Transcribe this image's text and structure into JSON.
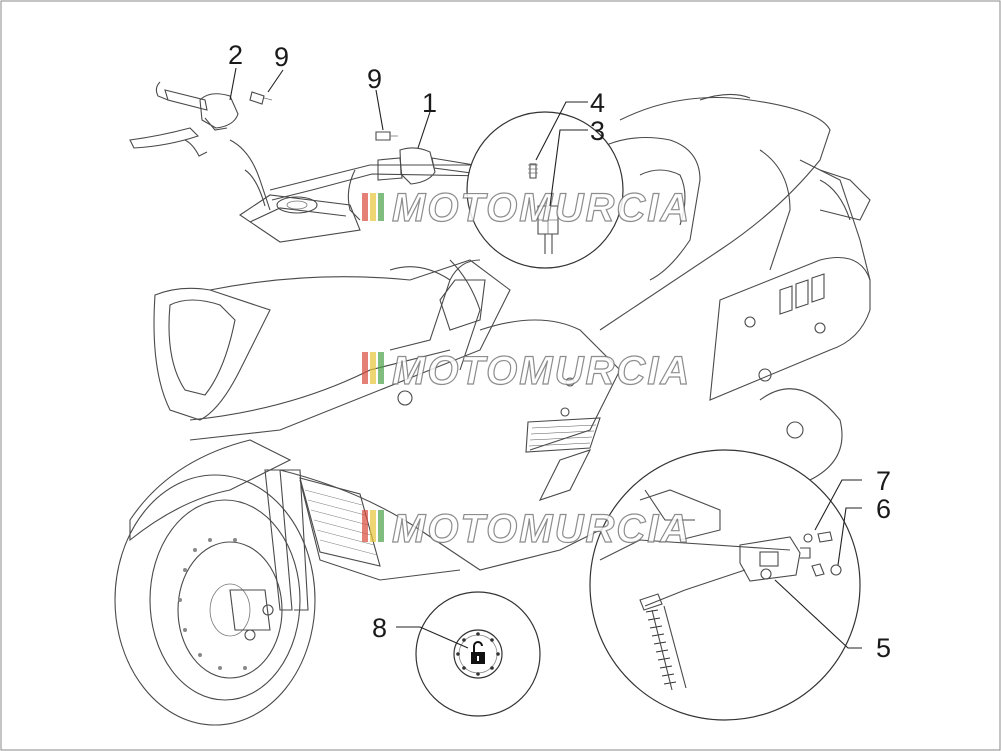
{
  "callouts": [
    {
      "label": "1"
    },
    {
      "label": "2"
    },
    {
      "label": "3"
    },
    {
      "label": "4"
    },
    {
      "label": "5"
    },
    {
      "label": "6"
    },
    {
      "label": "7"
    },
    {
      "label": "8"
    },
    {
      "label": "9"
    },
    {
      "label": "9"
    }
  ],
  "watermark": {
    "text": "MOTOMURCIA",
    "stripe_colors": [
      "#d94a3a",
      "#e8c43a",
      "#4aa34a"
    ]
  },
  "icons": [
    "lock-icon"
  ]
}
